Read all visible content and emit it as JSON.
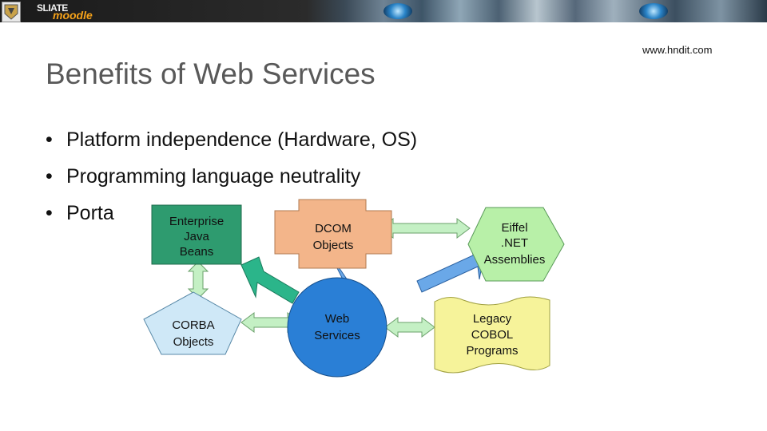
{
  "header": {
    "logo_text": "SLIATE",
    "logo_sub": "moodle",
    "site_url": "www.hndit.com"
  },
  "slide": {
    "title": "Benefits of Web Services",
    "bullets": [
      "Platform independence (Hardware, OS)",
      "Programming language neutrality",
      "Porta"
    ]
  },
  "diagram": {
    "nodes": {
      "ejb": [
        "Enterprise",
        "Java",
        "Beans"
      ],
      "dcom": [
        "DCOM",
        "Objects"
      ],
      "eiffel": [
        "Eiffel",
        ".NET",
        "Assemblies"
      ],
      "corba": [
        "CORBA",
        "Objects"
      ],
      "web": [
        "Web",
        "Services"
      ],
      "cobol": [
        "Legacy",
        "COBOL",
        "Programs"
      ]
    },
    "colors": {
      "ejb": "#2e9b6f",
      "dcom": "#f3b58a",
      "eiffel": "#b8f0a8",
      "corba": "#cfe8f7",
      "web": "#2a7fd6",
      "cobol": "#f6f39a",
      "arrow_green": "#2bb58a",
      "arrow_blue": "#6aa8e8"
    }
  },
  "icons": {
    "badge": "university-crest-icon"
  }
}
